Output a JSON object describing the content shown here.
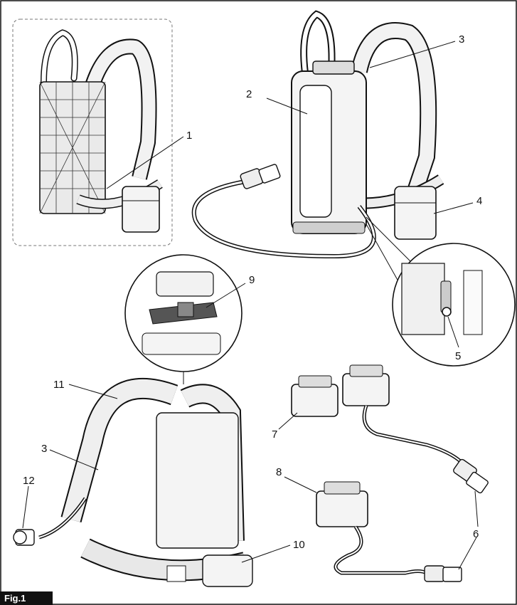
{
  "figure": {
    "tag": "Fig.1",
    "callouts": [
      "1",
      "2",
      "3",
      "4",
      "5",
      "9",
      "11",
      "3",
      "12",
      "7",
      "8",
      "6",
      "10"
    ]
  },
  "colors": {
    "ink": "#111111",
    "shade": "#cfcfcf",
    "light": "#e9e9e9",
    "dark": "#444444"
  }
}
